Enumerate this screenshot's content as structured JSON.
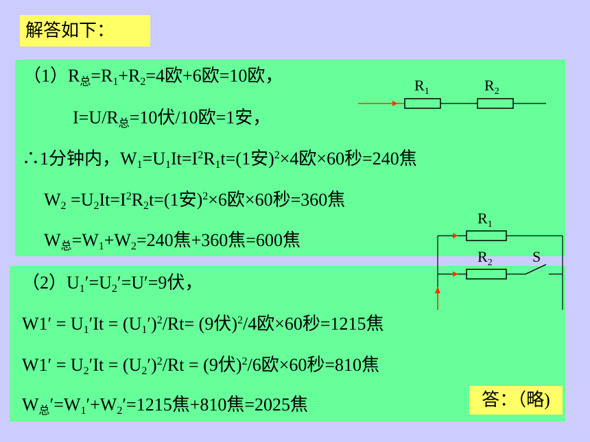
{
  "title": "解答如下：",
  "part1": {
    "l1_a": "（1）R",
    "l1_b": "总",
    "l1_c": "=R",
    "l1_d": "1",
    "l1_e": "+R",
    "l1_f": "2",
    "l1_g": "=4欧+6欧=10欧，",
    "l2_a": "I=U/R",
    "l2_b": "总",
    "l2_c": "=10伏/10欧=1安，",
    "l3_a": "∴1分钟内，W",
    "l3_b": "1",
    "l3_c": "=U",
    "l3_d": "1",
    "l3_e": "It=I",
    "l3_f": "2",
    "l3_g": "R",
    "l3_h": "1",
    "l3_i": "t=(1安)",
    "l3_j": "2",
    "l3_k": "×4欧×60秒=240焦",
    "l4_a": "W",
    "l4_b": "2",
    "l4_c": " =U",
    "l4_d": "2",
    "l4_e": "It=I",
    "l4_f": "2",
    "l4_g": "R",
    "l4_h": "2",
    "l4_i": "t=(1安)",
    "l4_j": "2",
    "l4_k": "×6欧×60秒=360焦",
    "l5_a": "W",
    "l5_b": "总",
    "l5_c": "=W",
    "l5_d": "1",
    "l5_e": "+W",
    "l5_f": "2",
    "l5_g": "=240焦+360焦=600焦"
  },
  "part2": {
    "l1_a": "（2）U",
    "l1_b": "1",
    "l1_c": "′=U",
    "l1_d": "2",
    "l1_e": "′=U′=9伏，",
    "l2_a": "W1′ = U",
    "l2_b": "1",
    "l2_c": "′It = (U",
    "l2_d": "1",
    "l2_e": "′)",
    "l2_f": "2",
    "l2_g": "/Rt= (9伏)",
    "l2_h": "2",
    "l2_i": "/4欧×60秒=1215焦",
    "l3_a": "W1′ = U",
    "l3_b": "2",
    "l3_c": "′It = (U",
    "l3_d": "2",
    "l3_e": "′)",
    "l3_f": "2",
    "l3_g": "/Rt = (9伏)",
    "l3_h": "2",
    "l3_i": "/6欧×60秒=810焦",
    "l4_a": "W",
    "l4_b": "总",
    "l4_c": "′=W",
    "l4_d": "1",
    "l4_e": "′+W",
    "l4_f": "2",
    "l4_g": "′=1215焦+810焦=2025焦"
  },
  "answer": "答：（略)",
  "circuit1": {
    "r1": "R",
    "r1_sub": "1",
    "r2": "R",
    "r2_sub": "2"
  },
  "circuit2": {
    "r1": "R",
    "r1_sub": "1",
    "r2": "R",
    "r2_sub": "2",
    "switch": "S"
  },
  "colors": {
    "background": "#ccccff",
    "panel": "#66ff99",
    "highlight": "#ffff66",
    "arrow": "#ff3300"
  }
}
